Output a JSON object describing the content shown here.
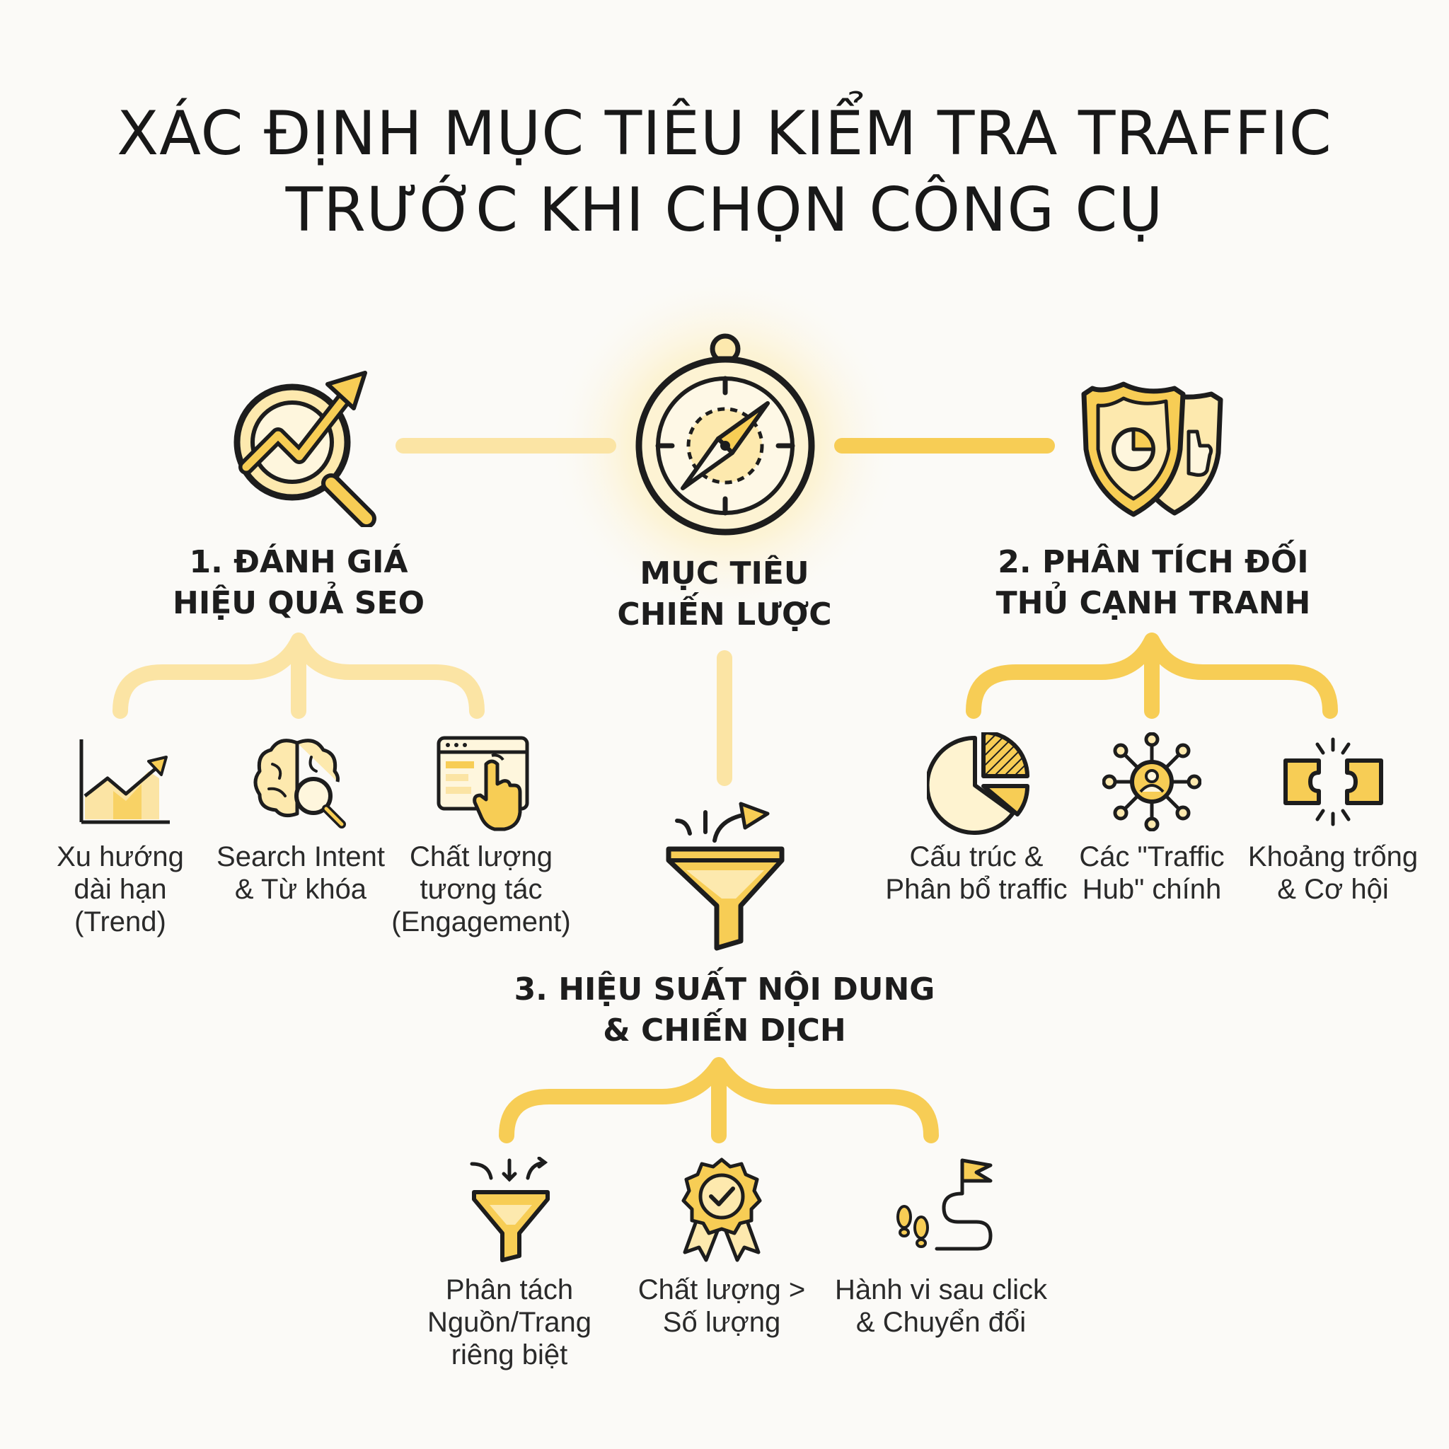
{
  "title": {
    "line1": "XÁC ĐỊNH MỤC TIÊU KIỂM TRA TRAFFIC",
    "line2": "TRƯỚC KHI CHỌN CÔNG CỤ"
  },
  "colors": {
    "accent": "#f7cd55",
    "accent_light": "#fbe4a4",
    "icon_fill": "#fde9ae",
    "outline": "#1d1d1d",
    "background": "#fbfaf7"
  },
  "center": {
    "icon": "compass-icon",
    "title_line1": "MỤC TIÊU",
    "title_line2": "CHIẾN LƯỢC"
  },
  "branches": {
    "seo": {
      "icon": "magnifier-growth-icon",
      "title_line1": "1. ĐÁNH GIÁ",
      "title_line2": "HIỆU QUẢ SEO",
      "items": [
        {
          "icon": "trend-chart-icon",
          "line1": "Xu hướng",
          "line2": "dài hạn",
          "line3": "(Trend)"
        },
        {
          "icon": "brain-search-icon",
          "line1": "Search Intent",
          "line2": "& Từ khóa",
          "line3": ""
        },
        {
          "icon": "click-browser-icon",
          "line1": "Chất lượng",
          "line2": "tương tác",
          "line3": "(Engagement)"
        }
      ]
    },
    "competitor": {
      "icon": "shields-icon",
      "title_line1": "2. PHÂN TÍCH ĐỐI",
      "title_line2": "THỦ CẠNH TRANH",
      "items": [
        {
          "icon": "pie-chart-icon",
          "line1": "Cấu trúc &",
          "line2": "Phân bổ traffic"
        },
        {
          "icon": "hub-network-icon",
          "line1": "Các \"Traffic",
          "line2": "Hub\" chính"
        },
        {
          "icon": "puzzle-gap-icon",
          "line1": "Khoảng trống",
          "line2": "& Cơ hội"
        }
      ]
    },
    "content": {
      "icon": "funnel-arrow-icon",
      "title_line1": "3. HIỆU SUẤT NỘI DUNG",
      "title_line2": "& CHIẾN DỊCH",
      "items": [
        {
          "icon": "split-funnel-icon",
          "line1": "Phân tách",
          "line2": "Nguồn/Trang",
          "line3": "riêng biệt"
        },
        {
          "icon": "quality-badge-icon",
          "line1": "Chất lượng >",
          "line2": "Số lượng",
          "line3": ""
        },
        {
          "icon": "journey-path-icon",
          "line1": "Hành vi sau click",
          "line2": "& Chuyển đổi",
          "line3": ""
        }
      ]
    }
  }
}
